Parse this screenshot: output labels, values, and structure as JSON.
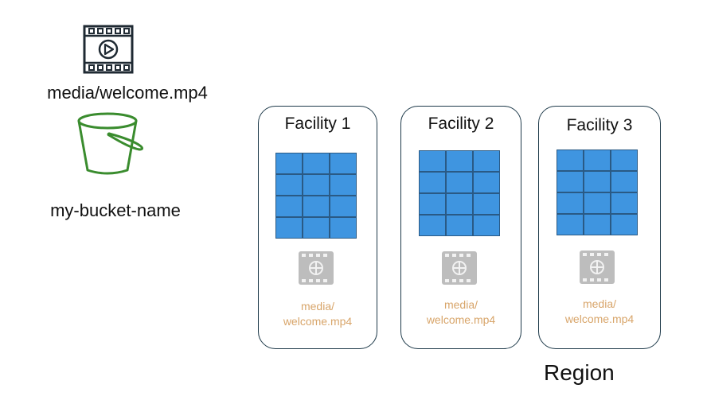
{
  "object": {
    "key": "media/welcome.mp4",
    "icon": "video-file-icon"
  },
  "bucket": {
    "name": "my-bucket-name",
    "icon": "s3-bucket-icon",
    "color": "#3a8c2e"
  },
  "facilities": [
    {
      "title": "Facility 1",
      "object_line1": "media/",
      "object_line2": "welcome.mp4"
    },
    {
      "title": "Facility 2",
      "object_line1": "media/",
      "object_line2": "welcome.mp4"
    },
    {
      "title": "Facility 3",
      "object_line1": "media/",
      "object_line2": "welcome.mp4"
    }
  ],
  "region_label": "Region",
  "colors": {
    "storage_grid": "#3f95e0",
    "object_label": "#d8a56a",
    "outline": "#1e3a4a"
  }
}
